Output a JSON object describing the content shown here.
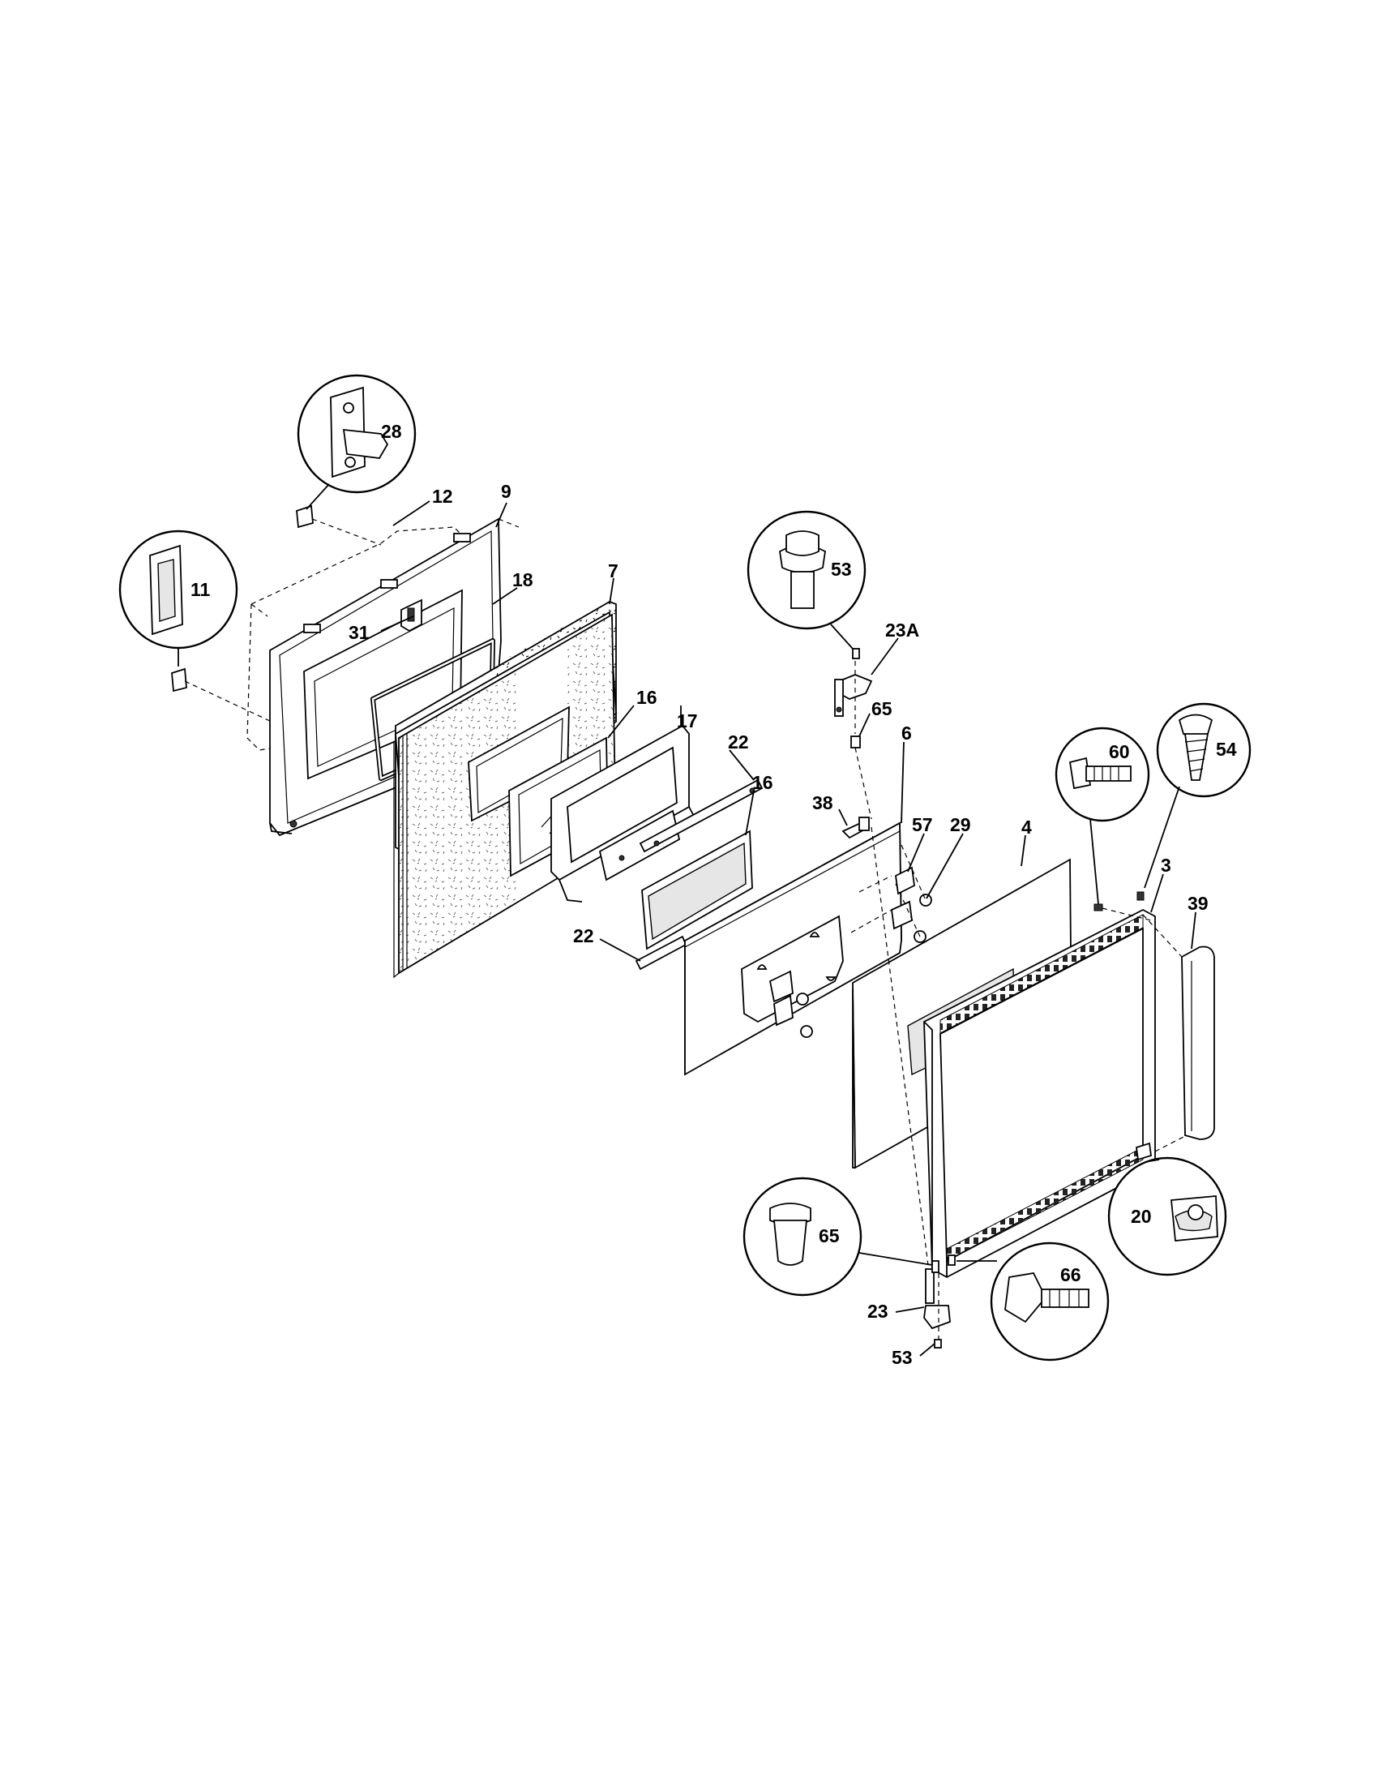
{
  "labels": {
    "p3": "3",
    "p4": "4",
    "p6": "6",
    "p7": "7",
    "p9": "9",
    "p11": "11",
    "p12": "12",
    "p16a": "16",
    "p16b": "16",
    "p17": "17",
    "p18": "18",
    "p20": "20",
    "p22a": "22",
    "p22b": "22",
    "p23": "23",
    "p23a": "23A",
    "p28": "28",
    "p29": "29",
    "p31": "31",
    "p38": "38",
    "p39": "39",
    "p53a": "53",
    "p53b": "53",
    "p54": "54",
    "p57": "57",
    "p60": "60",
    "p65a": "65",
    "p65b": "65",
    "p66": "66"
  }
}
